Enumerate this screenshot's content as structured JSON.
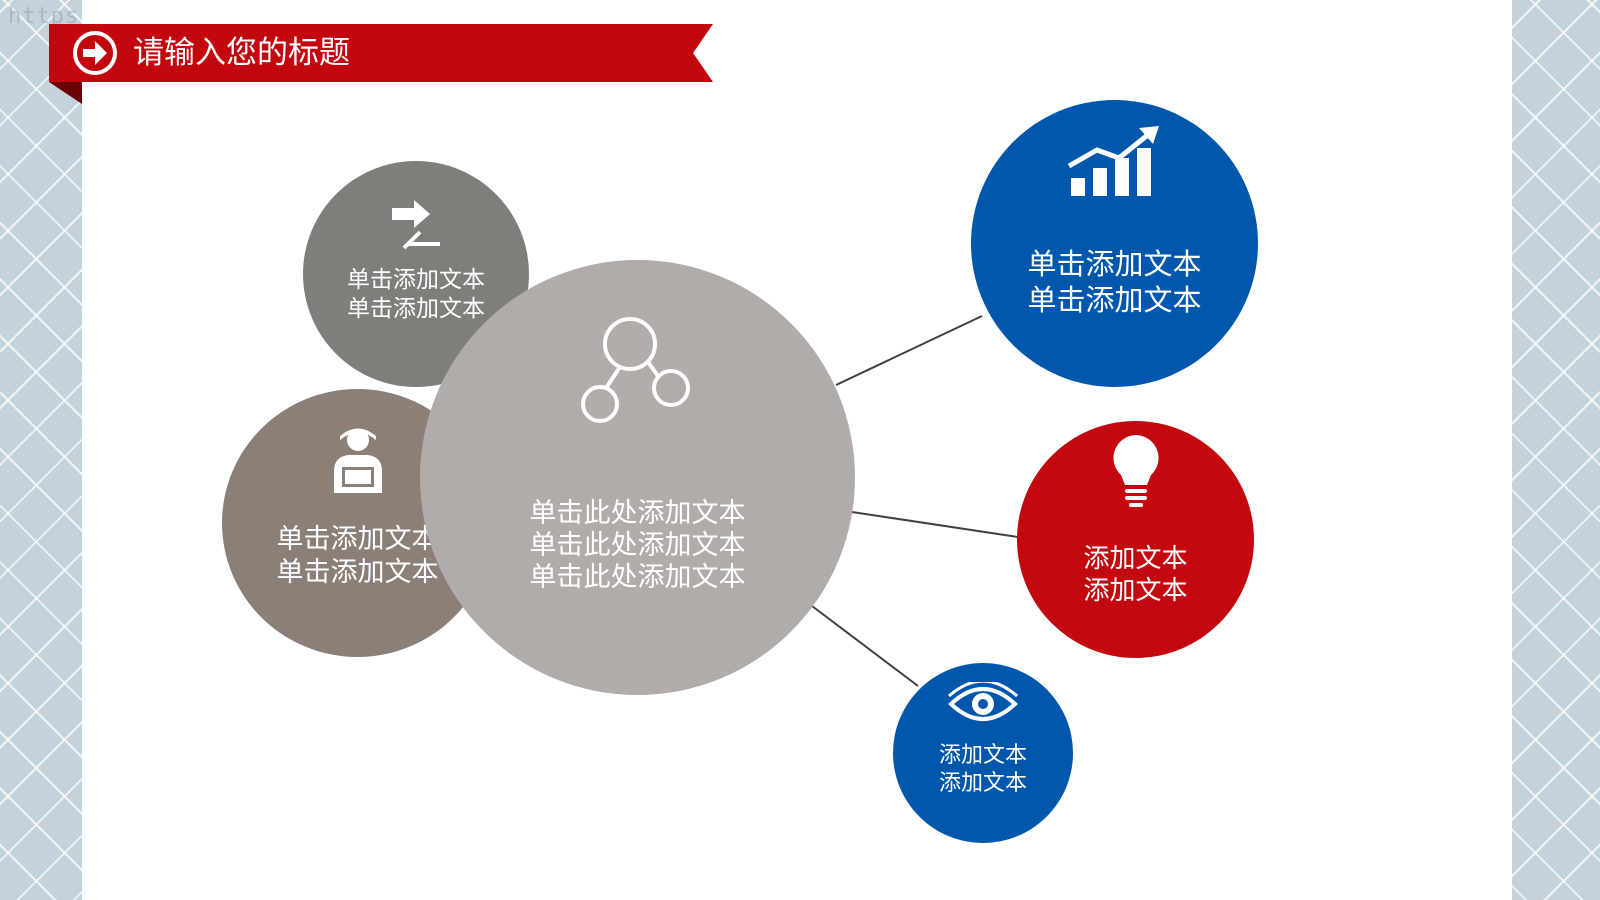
{
  "watermark": "https://ppt.okll.de",
  "title": "请输入您的标题",
  "colors": {
    "accent_red": "#c2070f",
    "dark_red": "#6b0306",
    "blue": "#0057ab",
    "gray": "#7f7e7b",
    "taupe": "#8b7f78",
    "light_gray": "#b1abaa",
    "background": "#c3d2db"
  },
  "nodes": {
    "center": {
      "icon": "network-nodes-icon",
      "lines": [
        "单击此处添加文本",
        "单击此处添加文本",
        "单击此处添加文本"
      ]
    },
    "gray_top": {
      "icon": "exchange-arrows-icon",
      "lines": [
        "单击添加文本",
        "单击添加文本"
      ]
    },
    "taupe": {
      "icon": "person-laptop-icon",
      "lines": [
        "单击添加文本",
        "单击添加文本"
      ]
    },
    "blue_top": {
      "icon": "growth-chart-icon",
      "lines": [
        "单击添加文本",
        "单击添加文本"
      ]
    },
    "red": {
      "icon": "light-bulb-icon",
      "lines": [
        "添加文本",
        "添加文本"
      ]
    },
    "blue_bottom": {
      "icon": "eye-icon",
      "lines": [
        "添加文本",
        "添加文本"
      ]
    }
  }
}
